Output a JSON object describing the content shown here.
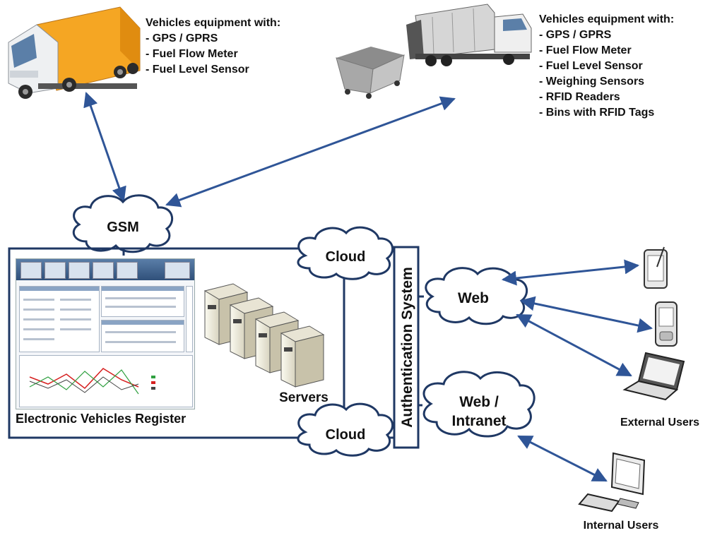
{
  "left_equipment": {
    "heading": "Vehicles equipment with:",
    "items": [
      "GPS / GPRS",
      "Fuel Flow Meter",
      "Fuel Level Sensor"
    ]
  },
  "right_equipment": {
    "heading": "Vehicles equipment with:",
    "items": [
      "GPS / GPRS",
      "Fuel Flow Meter",
      "Fuel Level Sensor",
      "Weighing Sensors",
      "RFID Readers",
      "Bins with RFID Tags"
    ]
  },
  "clouds": {
    "gsm": "GSM",
    "cloud_top": "Cloud",
    "cloud_bottom": "Cloud",
    "web": "Web",
    "web_intranet_line1": "Web /",
    "web_intranet_line2": "Intranet"
  },
  "labels": {
    "servers": "Servers",
    "register": "Electronic Vehicles Register",
    "auth": "Authentication System",
    "external_users": "External Users",
    "internal_users": "Internal Users"
  },
  "icons": {
    "truck": "yellow-truck-icon",
    "garbage_truck": "garbage-truck-icon",
    "bin": "waste-bin-icon",
    "servers": "server-rack-icon",
    "tablet": "tablet-icon",
    "pda": "pda-icon",
    "laptop": "laptop-icon",
    "desktop": "desktop-computer-icon"
  },
  "colors": {
    "arrow": "#2f5597",
    "frame": "#1f3864",
    "truck_cargo": "#f5a623",
    "text": "#111111"
  }
}
